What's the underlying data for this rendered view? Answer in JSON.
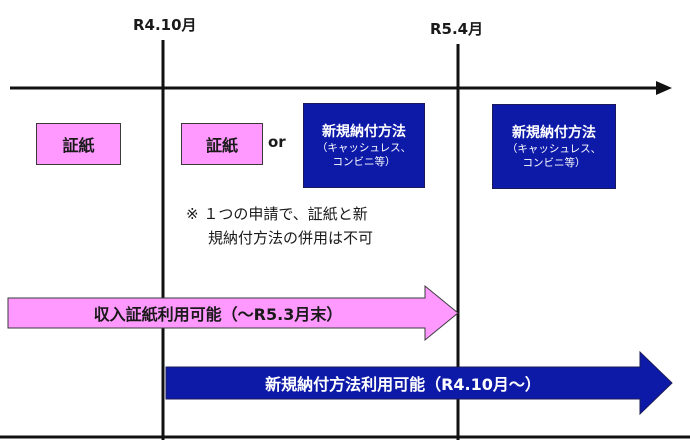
{
  "markers": {
    "r4_10": "R4.10月",
    "r5_4": "R5.4月"
  },
  "boxes": {
    "shoshi_left": "証紙",
    "shoshi_mid": "証紙",
    "or": "or",
    "new_method_mid": {
      "title": "新規納付方法",
      "sub1": "（キャッシュレス、",
      "sub2": "コンビニ等）"
    },
    "new_method_right": {
      "title": "新規納付方法",
      "sub1": "（キャッシュレス、",
      "sub2": "コンビニ等）"
    }
  },
  "note": {
    "line1": "※ １つの申請で、証紙と新",
    "line2": "規納付方法の併用は不可"
  },
  "arrows": {
    "stamp_usable": "収入証紙利用可能（〜R5.3月末）",
    "new_method_usable": "新規納付方法利用可能（R4.10月〜）"
  },
  "colors": {
    "pink": "#ff99ff",
    "navy": "#0d1aa8",
    "line": "#111111"
  }
}
